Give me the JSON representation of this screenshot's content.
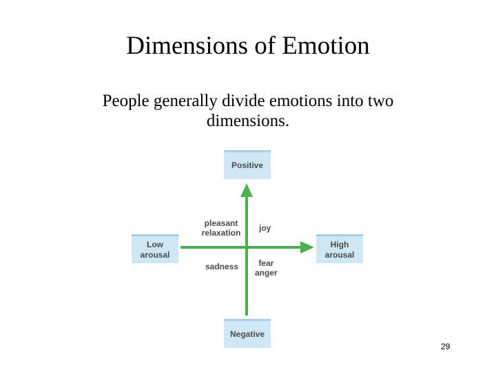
{
  "slide": {
    "title": "Dimensions of Emotion",
    "subtitle": "People generally divide emotions into two dimensions.",
    "page_number": "29"
  },
  "diagram": {
    "axis_color": "#4caf50",
    "box_color": "#cfe7f4",
    "poles": {
      "top": "Positive",
      "bottom": "Negative",
      "left": "Low\narousal",
      "right": "High\narousal"
    },
    "quadrants": {
      "top_left": "pleasant\nrelaxation",
      "top_right": "joy",
      "bottom_left": "sadness",
      "bottom_right": "fear\nanger"
    }
  }
}
